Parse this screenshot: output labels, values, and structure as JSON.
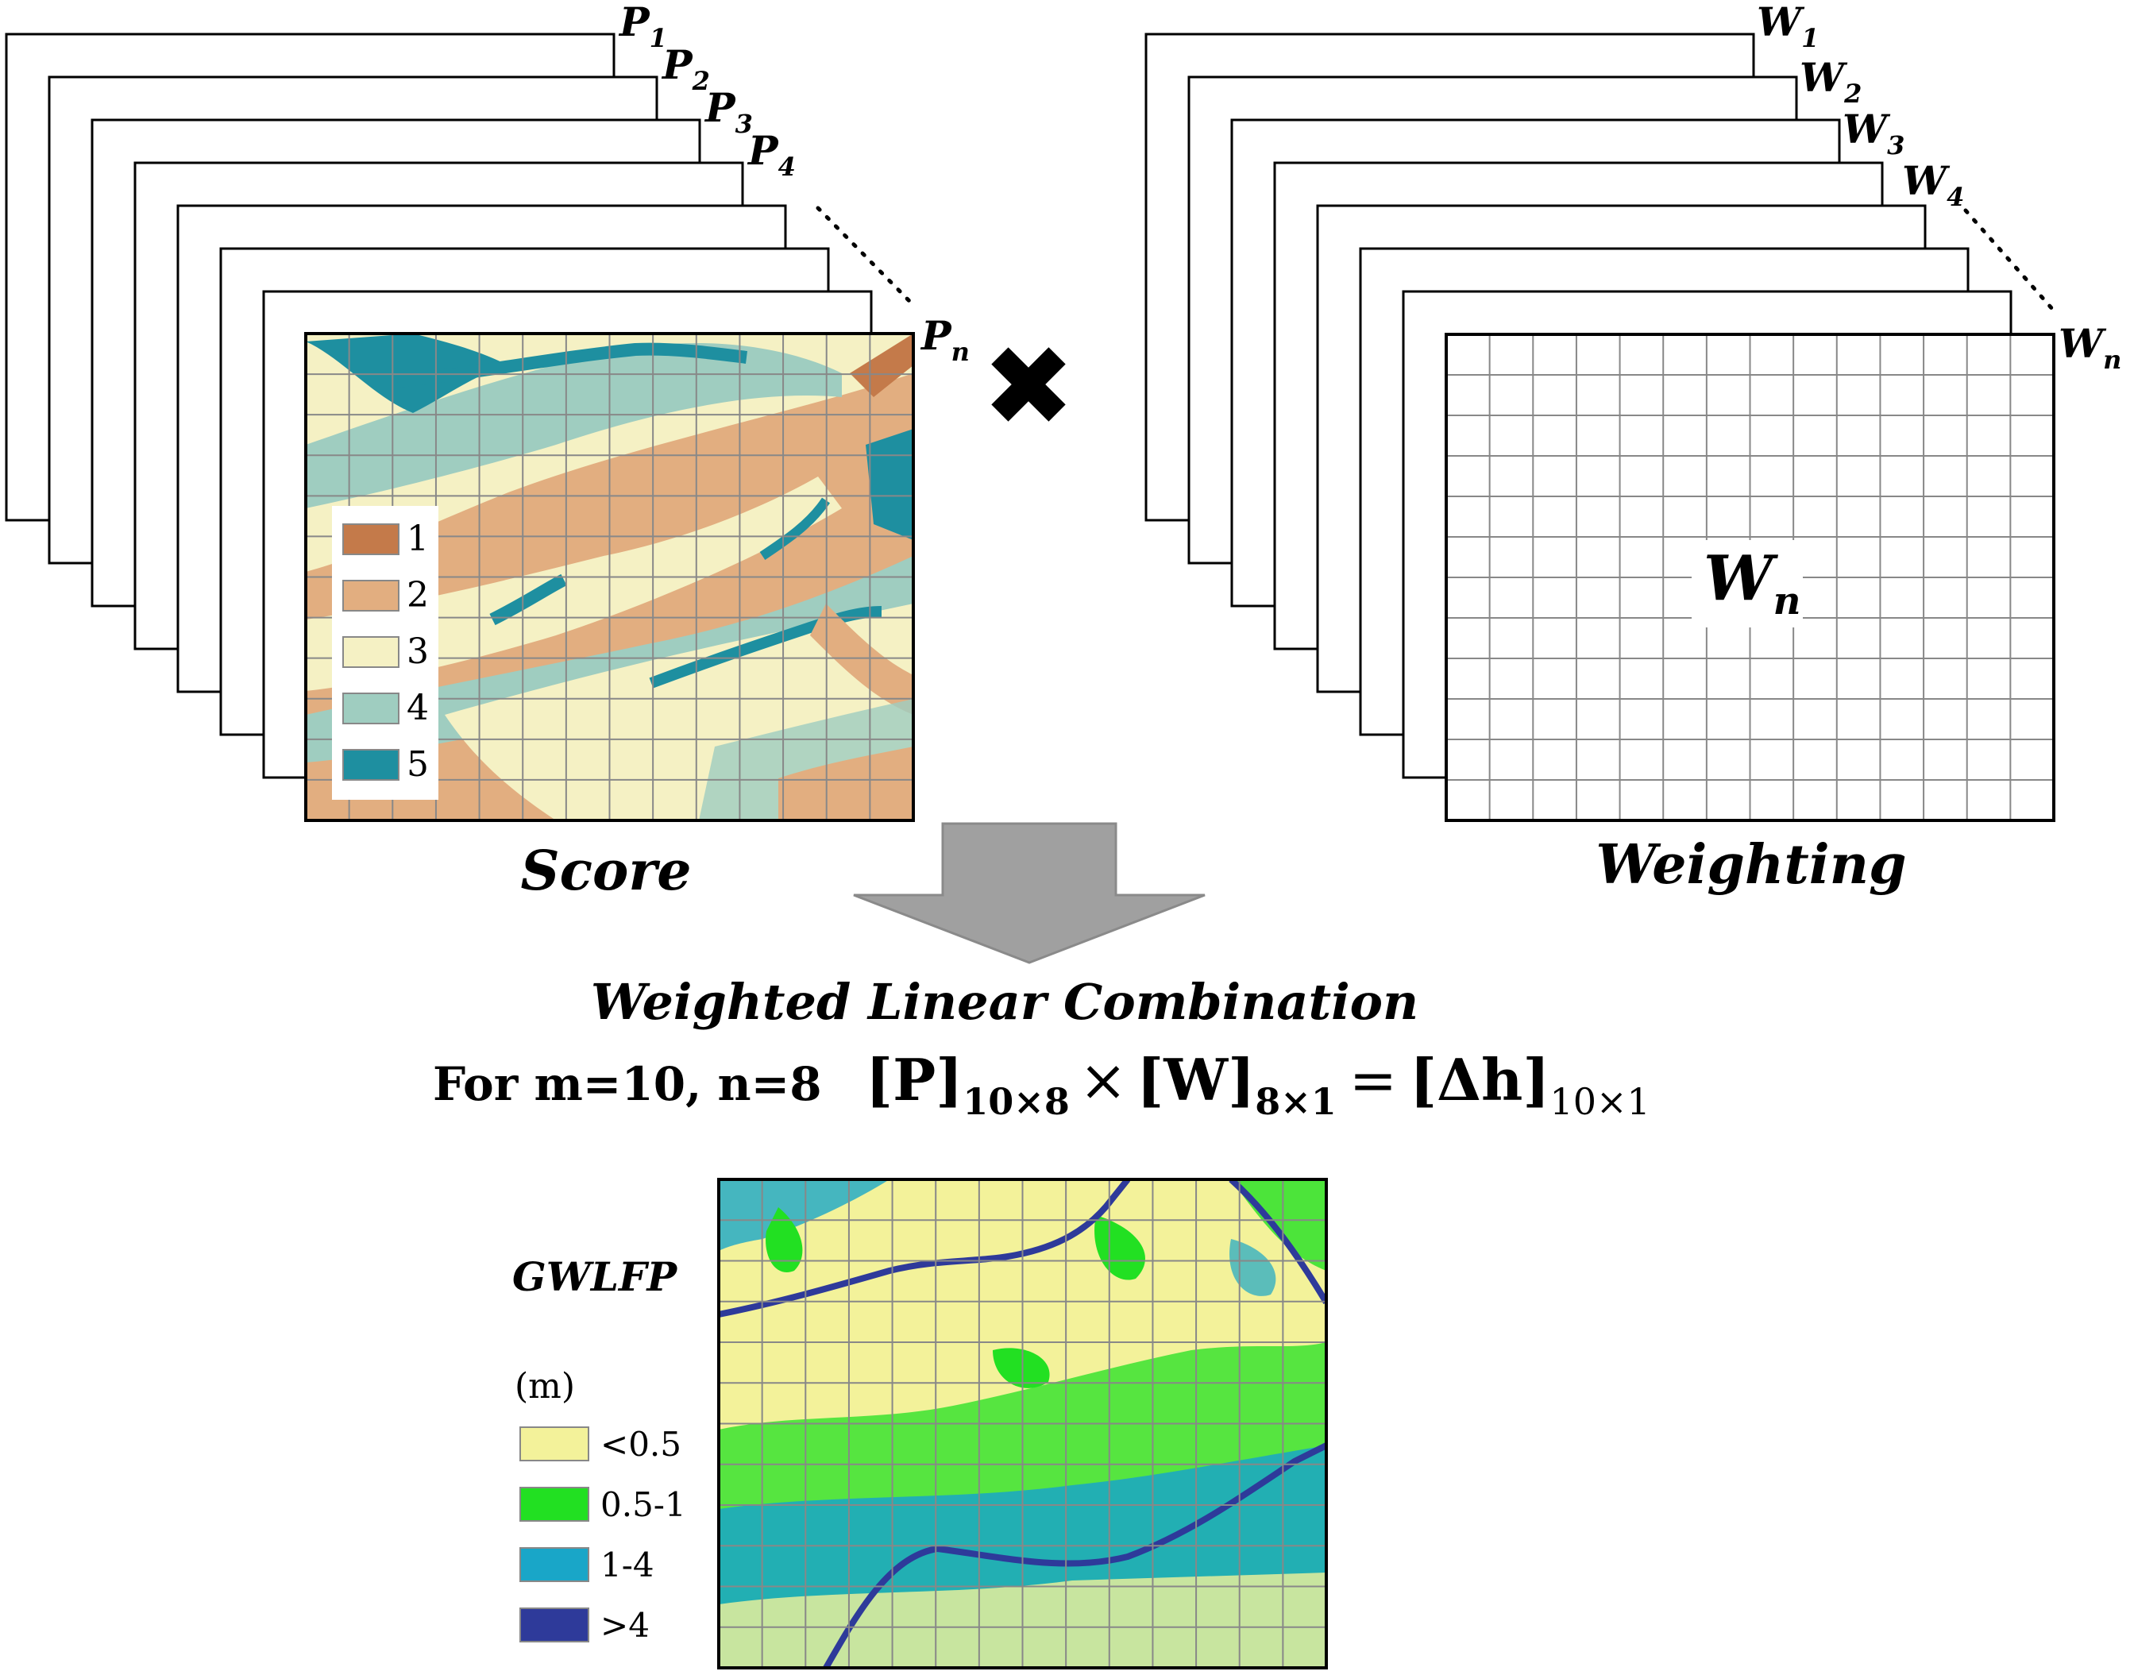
{
  "score_panel": {
    "layer_labels": [
      {
        "base": "P",
        "sub": "1"
      },
      {
        "base": "P",
        "sub": "2"
      },
      {
        "base": "P",
        "sub": "3"
      },
      {
        "base": "P",
        "sub": "4"
      },
      {
        "base": "P",
        "sub": "n"
      }
    ],
    "legend": [
      {
        "label": "1",
        "color": "#c47a4a"
      },
      {
        "label": "2",
        "color": "#e2ae80"
      },
      {
        "label": "3",
        "color": "#f5f1c4"
      },
      {
        "label": "4",
        "color": "#9fcdc0"
      },
      {
        "label": "5",
        "color": "#1e8fa0"
      }
    ],
    "caption": "Score"
  },
  "multiply_symbol": "✖",
  "weight_panel": {
    "layer_labels": [
      {
        "base": "W",
        "sub": "1"
      },
      {
        "base": "W",
        "sub": "2"
      },
      {
        "base": "W",
        "sub": "3"
      },
      {
        "base": "W",
        "sub": "4"
      },
      {
        "base": "W",
        "sub": "n"
      }
    ],
    "center_label": {
      "base": "W",
      "sub": "n"
    },
    "caption": "Weighting"
  },
  "combination": {
    "title": "Weighted Linear Combination",
    "condition": "For m=10, n=8",
    "equation": {
      "p": "[P]",
      "p_sub": "10×8",
      "times": "×",
      "w": "[W]",
      "w_sub": "8×1",
      "equals": "=",
      "dh": "[Δh]",
      "dh_sub": "10×1"
    }
  },
  "result": {
    "title": "GWLFP",
    "unit": "(m)",
    "legend": [
      {
        "label": "<0.5",
        "color": "#f3f29a"
      },
      {
        "label": "0.5-1",
        "color": "#22e022"
      },
      {
        "label": "1-4",
        "color": "#19a6c8"
      },
      {
        "label": ">4",
        "color": "#2e3a9a"
      }
    ]
  },
  "colors": {
    "arrow": "#a0a0a0",
    "grid": "#888888",
    "frame": "#000000"
  }
}
